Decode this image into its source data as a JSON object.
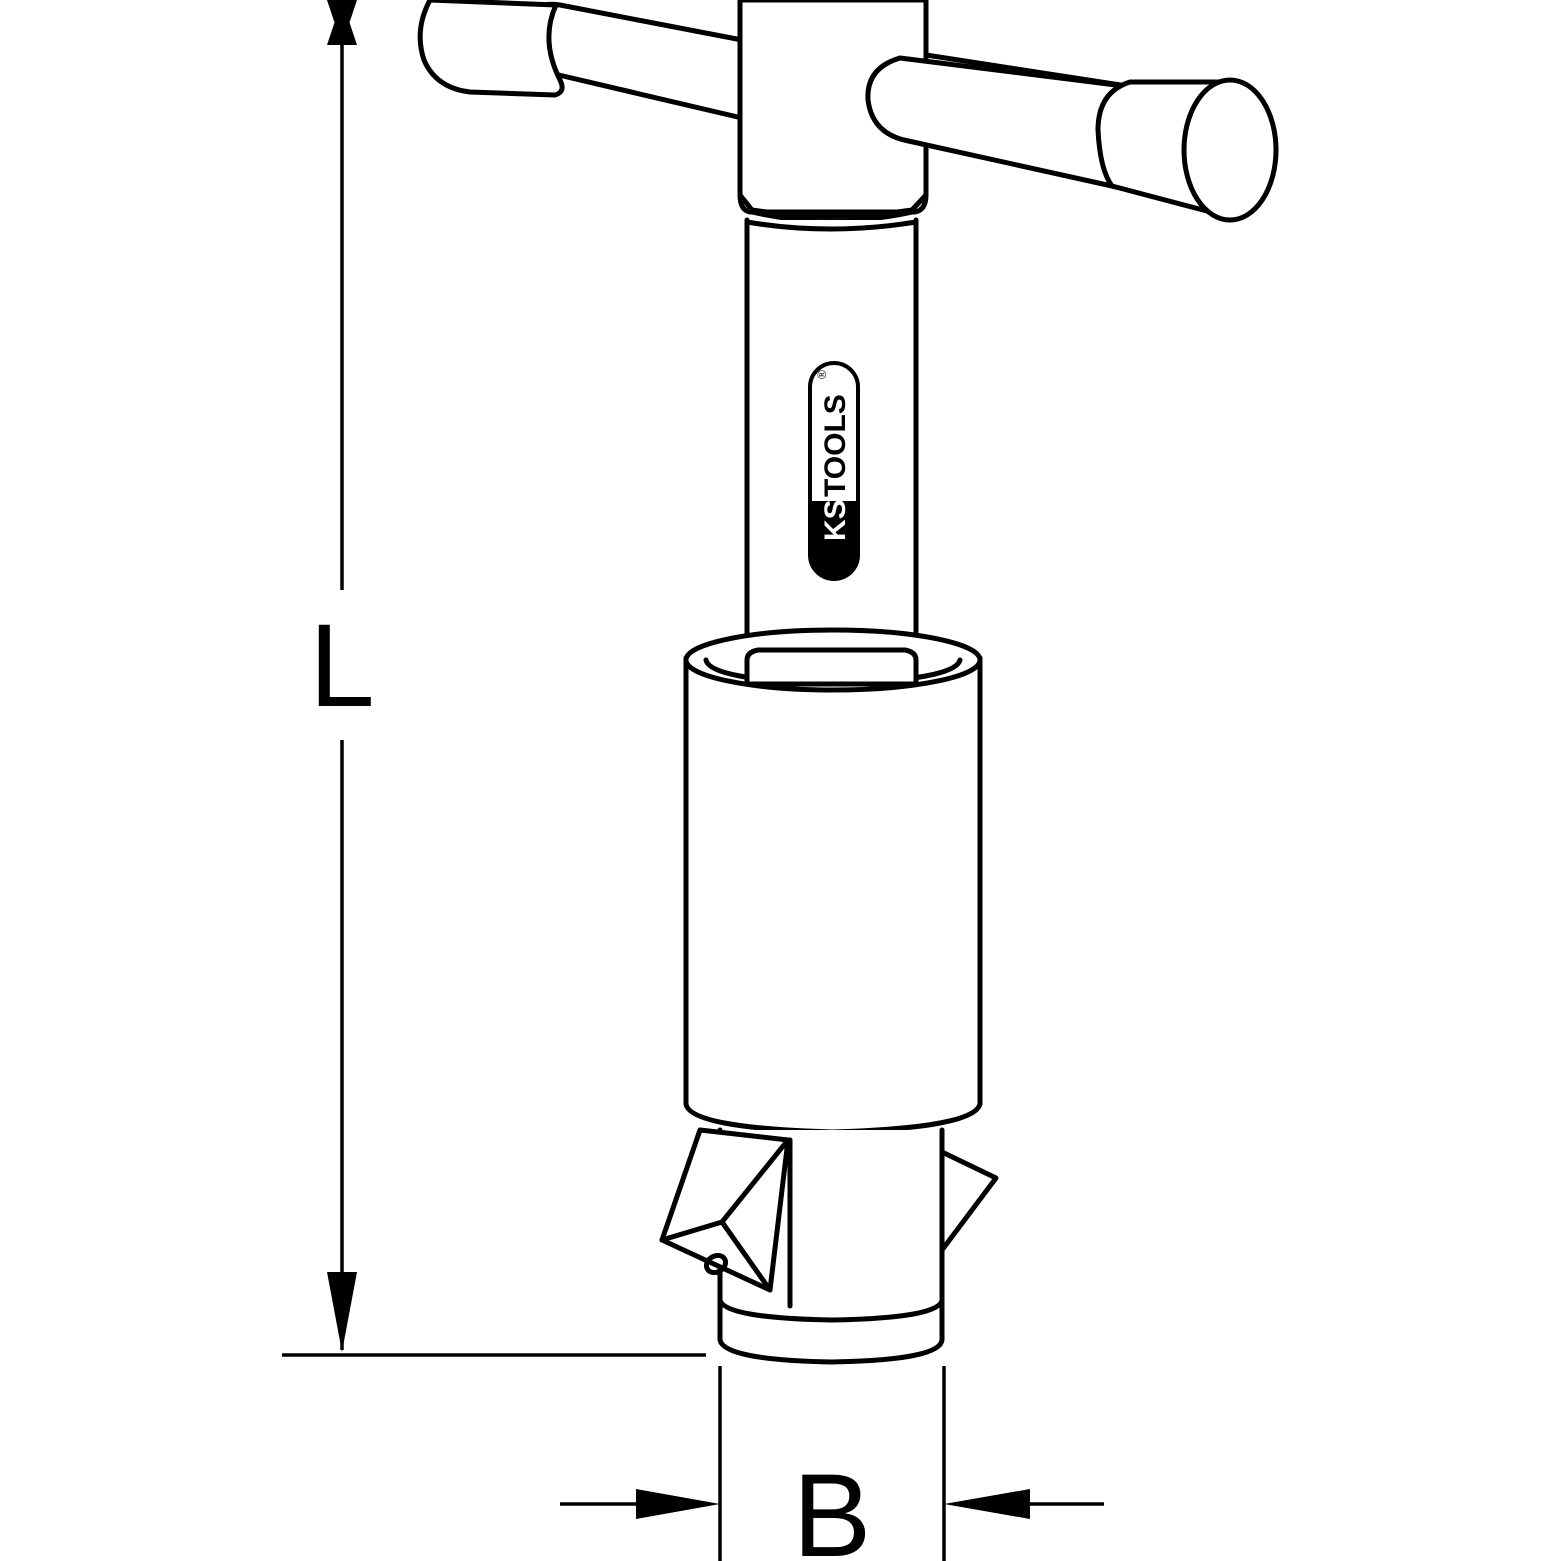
{
  "dimensions": {
    "length_label": "L",
    "width_label": "B"
  },
  "brand": {
    "logo_text_ks": "KS",
    "logo_text_tools": "TOOLS",
    "registered_mark": "®"
  }
}
